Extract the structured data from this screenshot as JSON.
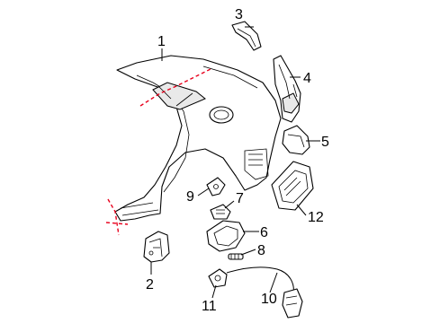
{
  "diagram": {
    "callouts": [
      {
        "id": "1",
        "label": "1"
      },
      {
        "id": "2",
        "label": "2"
      },
      {
        "id": "3",
        "label": "3"
      },
      {
        "id": "4",
        "label": "4"
      },
      {
        "id": "5",
        "label": "5"
      },
      {
        "id": "6",
        "label": "6"
      },
      {
        "id": "7",
        "label": "7"
      },
      {
        "id": "8",
        "label": "8"
      },
      {
        "id": "9",
        "label": "9"
      },
      {
        "id": "10",
        "label": "10"
      },
      {
        "id": "11",
        "label": "11"
      },
      {
        "id": "12",
        "label": "12"
      }
    ],
    "colors": {
      "line": "#000000",
      "cutline": "#e8001c",
      "background": "#ffffff"
    }
  }
}
